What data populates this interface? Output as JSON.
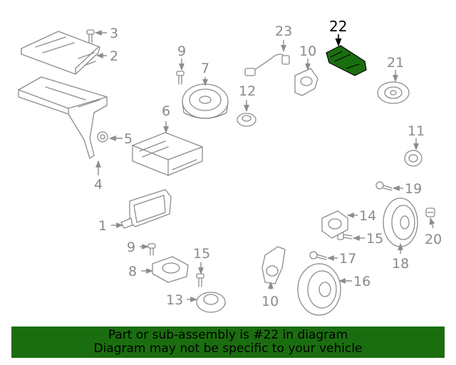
{
  "callouts": {
    "c1": "1",
    "c2": "2",
    "c3": "3",
    "c4": "4",
    "c5": "5",
    "c6": "6",
    "c7": "7",
    "c8": "8",
    "c9a": "9",
    "c9b": "9",
    "c10a": "10",
    "c10b": "10",
    "c11": "11",
    "c12": "12",
    "c13": "13",
    "c14": "14",
    "c15a": "15",
    "c15b": "15",
    "c16": "16",
    "c17": "17",
    "c18": "18",
    "c19": "19",
    "c20": "20",
    "c21": "21",
    "c22": "22",
    "c23": "23"
  },
  "highlight": {
    "part_number": "22",
    "color": "#1b6e0f"
  },
  "banner": {
    "line1": "Part or sub-assembly is #22 in diagram",
    "line2": "Diagram may not be specific to your vehicle",
    "background": "#1b6e0f"
  }
}
